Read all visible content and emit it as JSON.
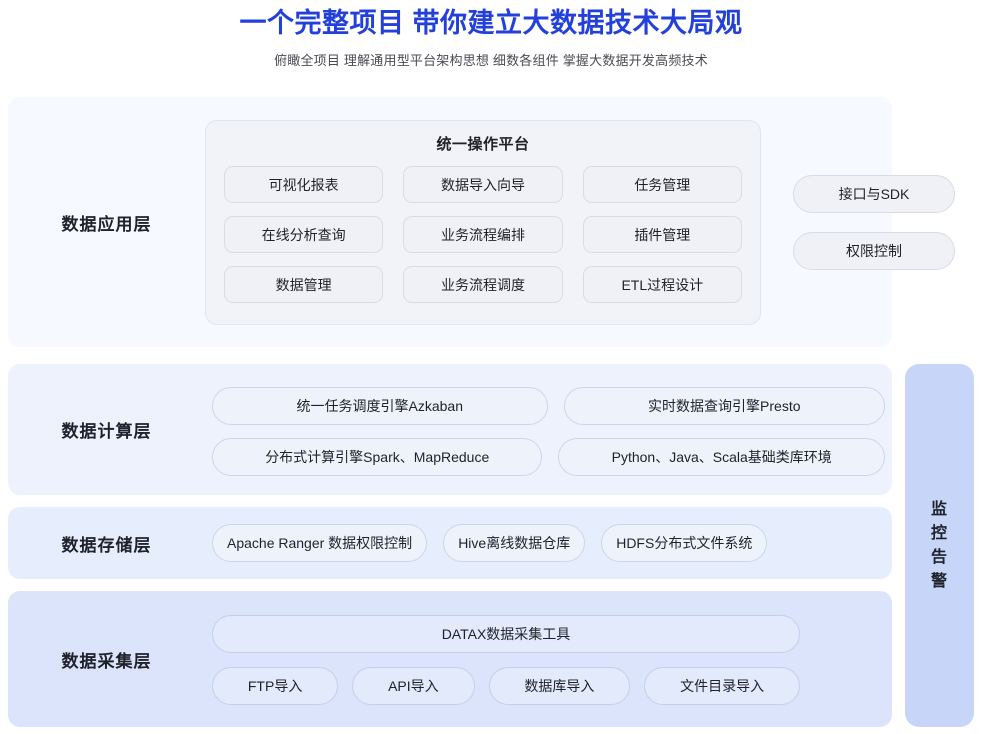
{
  "header": {
    "title": "一个完整项目 带你建立大数据技术大局观",
    "subtitle": "俯瞰全项目 理解通用型平台架构思想 细数各组件 掌握大数据开发高频技术",
    "title_color": "#2340dd"
  },
  "diagram": {
    "layers": [
      {
        "id": "application",
        "label": "数据应用层",
        "bg": "#f6f9ff",
        "card": {
          "title": "统一操作平台",
          "bg": "#f1f3f8",
          "items": [
            "可视化报表",
            "数据导入向导",
            "任务管理",
            "在线分析查询",
            "业务流程编排",
            "插件管理",
            "数据管理",
            "业务流程调度",
            "ETL过程设计"
          ]
        },
        "side_items": [
          "接口与SDK",
          "权限控制"
        ]
      },
      {
        "id": "compute",
        "label": "数据计算层",
        "bg": "#edf2fd",
        "rows": [
          [
            "统一任务调度引擎Azkaban",
            "实时数据查询引擎Presto"
          ],
          [
            "分布式计算引擎Spark、MapReduce",
            "Python、Java、Scala基础类库环境"
          ]
        ]
      },
      {
        "id": "storage",
        "label": "数据存储层",
        "bg": "#e6edfc",
        "items": [
          "Apache Ranger 数据权限控制",
          "Hive离线数据仓库",
          "HDFS分布式文件系统"
        ]
      },
      {
        "id": "collection",
        "label": "数据采集层",
        "bg": "#dbe4fb",
        "primary": "DATAX数据采集工具",
        "items": [
          "FTP导入",
          "API导入",
          "数据库导入",
          "文件目录导入"
        ]
      }
    ],
    "monitor": {
      "line1": "监控",
      "line2": "告警",
      "bg": "#c7d6f8"
    }
  }
}
